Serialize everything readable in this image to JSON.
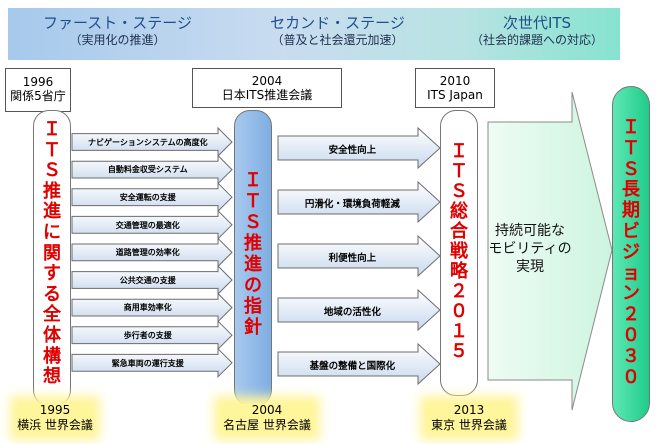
{
  "stages": {
    "first": {
      "title": "ファースト・ステージ",
      "sub": "（実用化の推進）"
    },
    "second": {
      "title": "セカンド・ステージ",
      "sub": "（普及と社会還元加速）"
    },
    "next": {
      "title": "次世代ITS",
      "sub": "（社会的課題への対応）"
    }
  },
  "milestones": {
    "m1996": {
      "year": "1996",
      "org": "関係5省庁"
    },
    "m2004": {
      "year": "2004",
      "org": "日本ITS推進会議"
    },
    "m2010": {
      "year": "2010",
      "org": "ITS Japan"
    }
  },
  "columns": {
    "col1": [
      "Ｉ",
      "Ｔ",
      "Ｓ",
      "推",
      "進",
      "に",
      "関",
      "す",
      "る",
      "全",
      "体",
      "構",
      "想"
    ],
    "col2": [
      "Ｉ",
      "Ｔ",
      "Ｓ",
      "推",
      "進",
      "の",
      "指",
      "針"
    ],
    "col3": [
      "Ｉ",
      "Ｔ",
      "Ｓ",
      "総",
      "合",
      "戦",
      "略",
      "２",
      "０",
      "１",
      "５"
    ],
    "col4": [
      "Ｉ",
      "Ｔ",
      "Ｓ",
      "長",
      "期",
      "ビ",
      "ジ",
      "ョ",
      "ン",
      "２",
      "０",
      "３",
      "０"
    ]
  },
  "first_arrows": [
    "ナビゲーションシステムの高度化",
    "自動料金収受システム",
    "安全運転の支援",
    "交通管理の最適化",
    "道路管理の効率化",
    "公共交通の支援",
    "商用車効率化",
    "歩行者の支援",
    "緊急車両の運行支援"
  ],
  "second_arrows": [
    "安全性向上",
    "円滑化・環境負荷軽減",
    "利便性向上",
    "地域の活性化",
    "基盤の整備と国際化"
  ],
  "goal": [
    "持続可能な",
    "モビリティの",
    "実現"
  ],
  "congress": {
    "c1995": {
      "year": "1995",
      "city": "横浜 世界会議"
    },
    "c2004": {
      "year": "2004",
      "city": "名古屋 世界会議"
    },
    "c2013": {
      "year": "2013",
      "city": "東京 世界会議"
    }
  },
  "colors": {
    "vertical_text": "#e00000",
    "col2_fill": "#8eb7e6",
    "col4_fill": "#2fd79c",
    "goal_arrow": "#d8f7e6"
  }
}
